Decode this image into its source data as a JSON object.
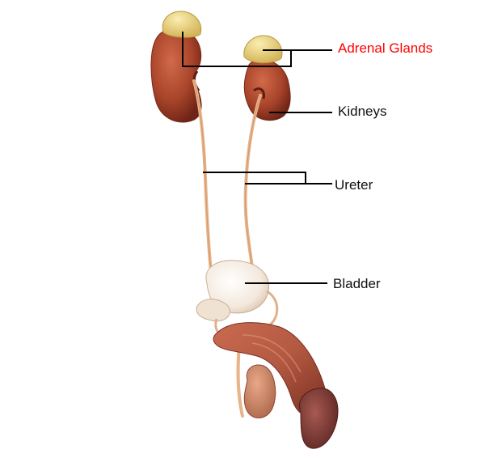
{
  "labels": {
    "adrenal": "Adrenal Glands",
    "kidneys": "Kidneys",
    "ureter": "Ureter",
    "bladder": "Bladder"
  },
  "colors": {
    "highlight_label": "#ff0000",
    "label": "#111111",
    "leader": "#000000",
    "adrenal_tissue": "#ecd47a",
    "kidney_tissue": "#a8442a",
    "ureter_tissue": "#e8b48a",
    "bladder_tissue": "#f3e8dc",
    "penis_tissue": "#b45a42"
  }
}
